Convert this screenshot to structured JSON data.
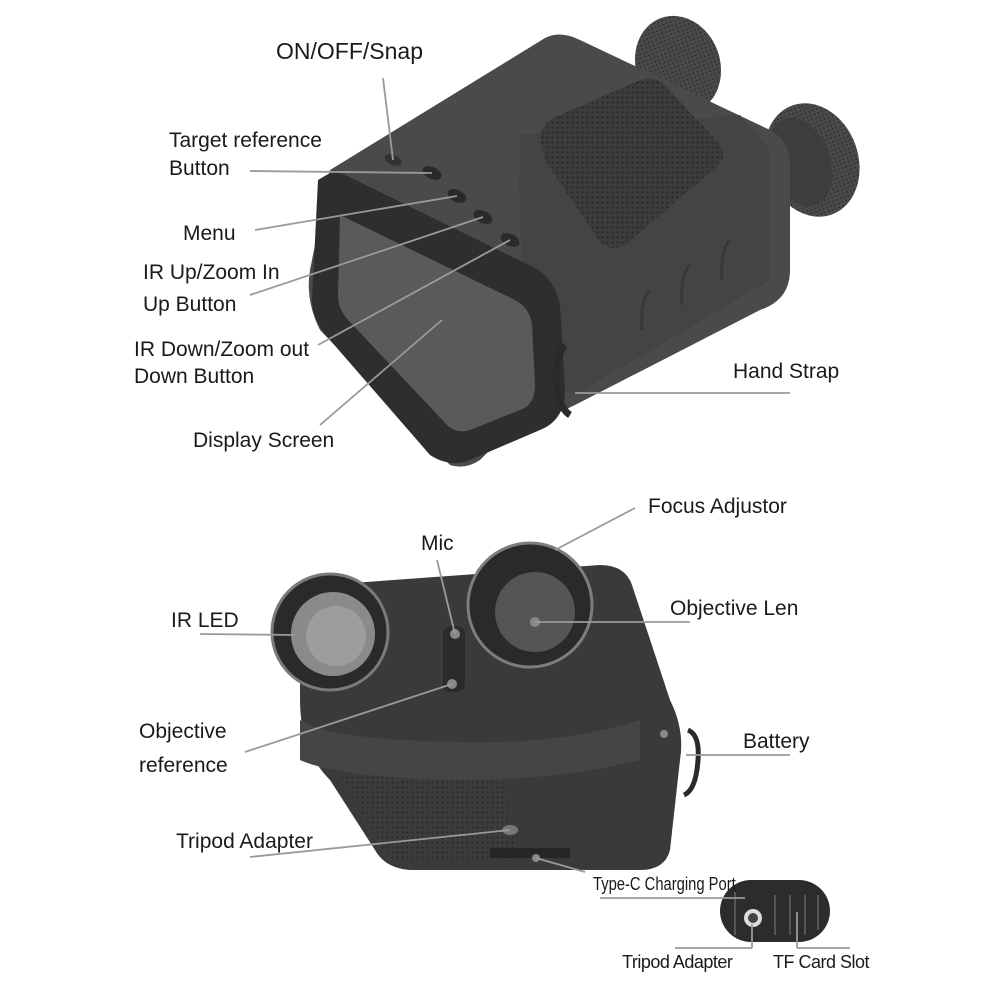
{
  "diagram": {
    "top_view": {
      "labels": {
        "on_off_snap": "ON/OFF/Snap",
        "target_reference_1": "Target reference",
        "target_reference_2": "Button",
        "menu": "Menu",
        "ir_up_1": "IR Up/Zoom In",
        "ir_up_2": "Up Button",
        "ir_down_1": "IR Down/Zoom out",
        "ir_down_2": "Down Button",
        "display_screen": "Display Screen",
        "hand_strap": "Hand Strap"
      }
    },
    "front_view": {
      "labels": {
        "focus_adjustor": "Focus Adjustor",
        "mic": "Mic",
        "ir_led": "IR LED",
        "objective_len": "Objective Len",
        "objective_reference_1": "Objective",
        "objective_reference_2": "reference",
        "battery": "Battery",
        "tripod_adapter": "Tripod Adapter",
        "type_c_port": "Type-C Charging Port"
      }
    },
    "bottom_inset": {
      "labels": {
        "tripod_adapter": "Tripod Adapter",
        "tf_card_slot": "TF Card Slot"
      }
    },
    "colors": {
      "body_dark": "#3a3a3a",
      "body_mid": "#4a4a4a",
      "leader_line": "#9a9a9a",
      "text": "#1a1a1a"
    }
  }
}
